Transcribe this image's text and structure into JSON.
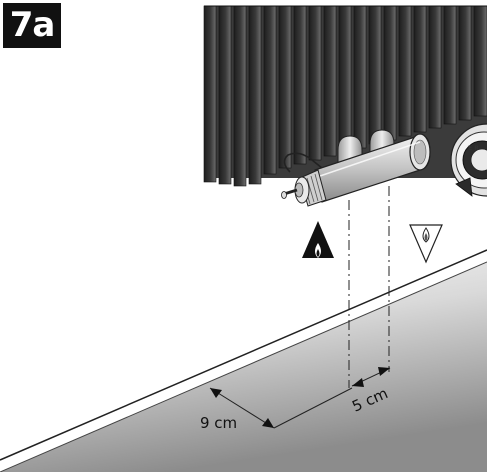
{
  "figure": {
    "label": "7a"
  },
  "dimensions": {
    "wall_distance": "9 cm",
    "pipe_spacing": "5 cm"
  },
  "components": {
    "supply_arrow_icon": "arrow-up-drop-icon",
    "return_arrow_icon": "arrow-down-drop-icon",
    "radiator": "radiator-fins",
    "valve": "valve-body",
    "thermostat": "thermostat-head"
  },
  "colors": {
    "radiator_fin_dark": "#2a2a2a",
    "radiator_fin_light": "#6a6a6a",
    "floor_gradient_start": "#ffffff",
    "floor_gradient_end": "#8c8c8c",
    "valve_metal": "#d0d0d0",
    "label_background": "#111111"
  }
}
